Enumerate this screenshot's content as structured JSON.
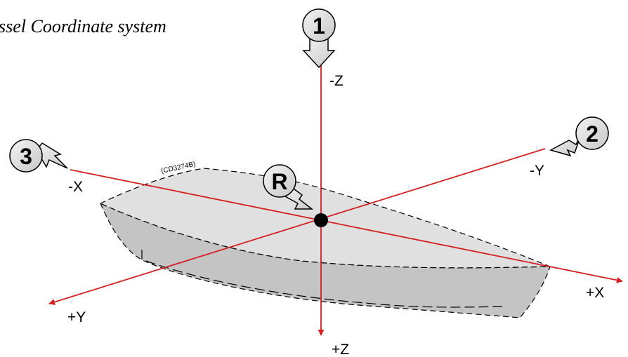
{
  "title": "ssel Coordinate system",
  "drawing_reference": "(CD3274B)",
  "axes": {
    "minus_z": "-Z",
    "plus_z": "+Z",
    "minus_x": "-X",
    "plus_x": "+X",
    "minus_y": "-Y",
    "plus_y": "+Y"
  },
  "markers": {
    "one": "1",
    "two": "2",
    "three": "3",
    "reference": "R"
  },
  "colors": {
    "axis": "#d42020",
    "hull_deck": "#e0e0e0",
    "hull_side": "#c4c4c4",
    "origin": "#000000"
  }
}
